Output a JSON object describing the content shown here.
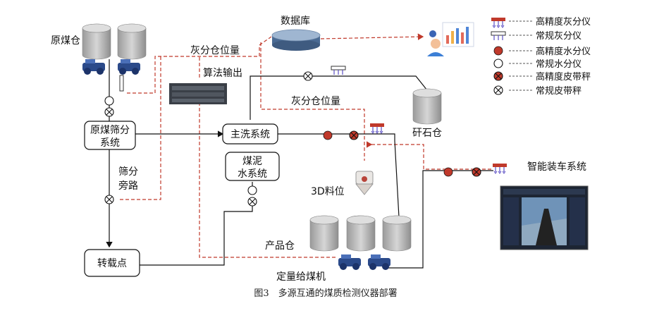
{
  "labels": {
    "raw_coal_bin": "原煤仓",
    "ash_bin_level_top": "灰分仓位量",
    "database": "数据库",
    "algorithm_output": "算法输出",
    "ash_bin_level_mid": "灰分仓位量",
    "screening_line1": "原煤筛分",
    "screening_line2": "系统",
    "main_wash": "主洗系统",
    "slime_line1": "煤泥",
    "slime_line2": "水系统",
    "bypass_line1": "筛分",
    "bypass_line2": "旁路",
    "gangue_bin": "矸石仓",
    "level_3d": "3D料位",
    "loading_system": "智能装车系统",
    "product_bin": "产品仓",
    "transfer_point": "转载点",
    "quant_feeder": "定量给煤机"
  },
  "legend": [
    {
      "symbol": "hp-ash-icon",
      "label": "高精度灰分仪"
    },
    {
      "symbol": "std-ash-icon",
      "label": "常规灰分仪"
    },
    {
      "symbol": "hp-moisture-icon",
      "label": "高精度水分仪"
    },
    {
      "symbol": "std-moisture-icon",
      "label": "常规水分仪"
    },
    {
      "symbol": "hp-belt-scale-icon",
      "label": "高精度皮带秤"
    },
    {
      "symbol": "std-belt-scale-icon",
      "label": "常规皮带秤"
    }
  ],
  "caption": "图3　多源互通的煤质检测仪器部署",
  "colors": {
    "data_link": "#c0392b",
    "hp_marker": "#c0392b",
    "hp_ash_bar": "#c0392b",
    "hp_ash_arrow": "#5b4fc4"
  }
}
